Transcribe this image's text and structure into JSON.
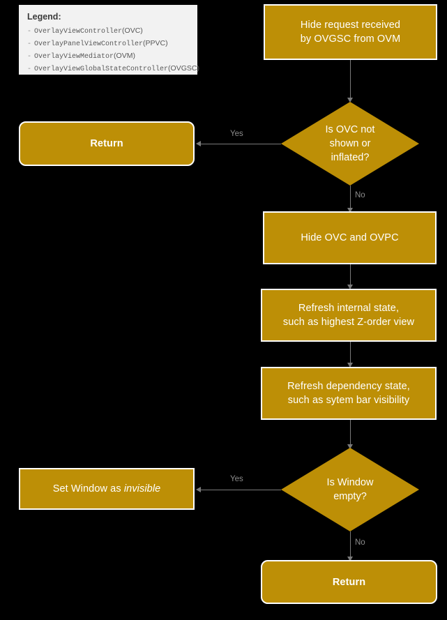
{
  "legend": {
    "title": "Legend:",
    "bullet": "-",
    "items": [
      {
        "name": "OverlayViewController",
        "abbr": "(OVC)"
      },
      {
        "name": "OverlayPanelViewController",
        "abbr": "(PPVC)"
      },
      {
        "name": "OverlayViewMediator",
        "abbr": "(OVM)"
      },
      {
        "name": "OverlayViewGlobalStateController",
        "abbr": "(OVGSC)"
      }
    ]
  },
  "colors": {
    "node_fill": "#bd8f06",
    "node_border": "#ffffff",
    "node_text": "#ffffff",
    "background": "#000000",
    "connector": "#7a7a7a",
    "edge_label": "#8c8c8c",
    "legend_background": "#f2f2f2",
    "legend_text": "#585858"
  },
  "nodes": {
    "start": {
      "line1": "Hide request received",
      "line2": "by OVGSC from OVM"
    },
    "decision_ovc": {
      "line1": "Is OVC not",
      "line2": "shown or",
      "line3": "inflated?"
    },
    "return_top": {
      "label": "Return"
    },
    "hide_ovc": {
      "label": "Hide OVC and OVPC"
    },
    "refresh_internal": {
      "line1": "Refresh internal state,",
      "line2": "such as highest Z-order view"
    },
    "refresh_dependency": {
      "line1": "Refresh dependency state,",
      "line2": "such as sytem bar visibility"
    },
    "decision_window": {
      "line1": "Is Window",
      "line2": "empty?"
    },
    "set_invisible": {
      "prefix": "Set Window as ",
      "emphasis": "invisible"
    },
    "return_bottom": {
      "label": "Return"
    }
  },
  "edges": {
    "ovc_yes": "Yes",
    "ovc_no": "No",
    "window_yes": "Yes",
    "window_no": "No"
  }
}
